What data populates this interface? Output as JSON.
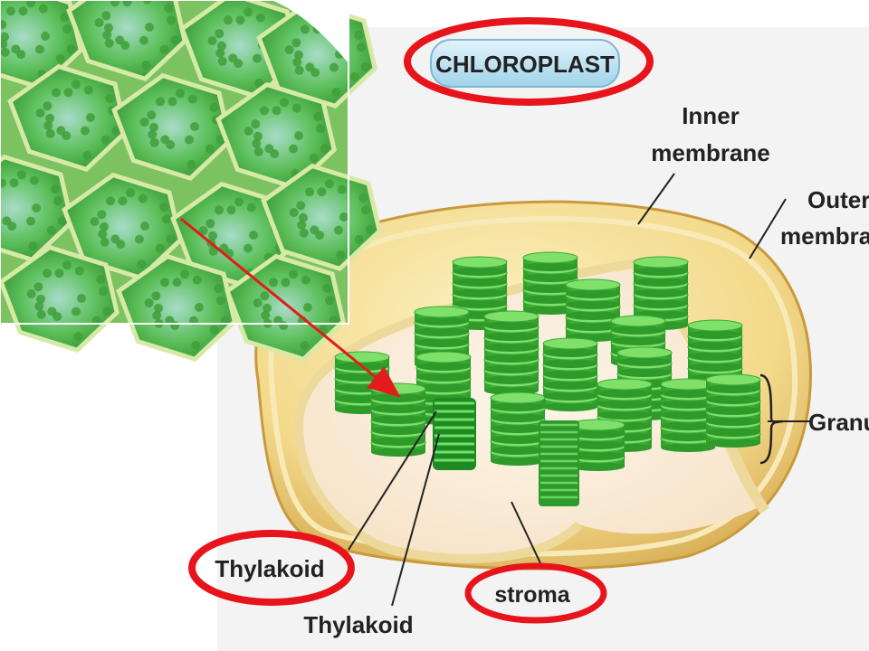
{
  "title": "CHLOROPLAST",
  "labels": {
    "inner_membrane": [
      "Inner",
      "membrane"
    ],
    "outer_membrane": [
      "Outer",
      "membrane"
    ],
    "granum": "Granum",
    "thylakoid_circled": "Thylakoid",
    "thylakoid_lower": "Thylakoid",
    "stroma": "stroma"
  },
  "colors": {
    "highlight_ring": "#e8141c",
    "arrow": "#e31b1b",
    "title_pill": "#bfe3f2",
    "cell_green": "#3ea63c",
    "grana_green": "#3fbf3a",
    "envelope": "#f1d68a",
    "stroma": "#f9ecd8",
    "panel": "#f2f2f2"
  },
  "icons": {
    "leaf_cells": "micrograph-cells-icon",
    "bracket": "bracket-icon"
  }
}
